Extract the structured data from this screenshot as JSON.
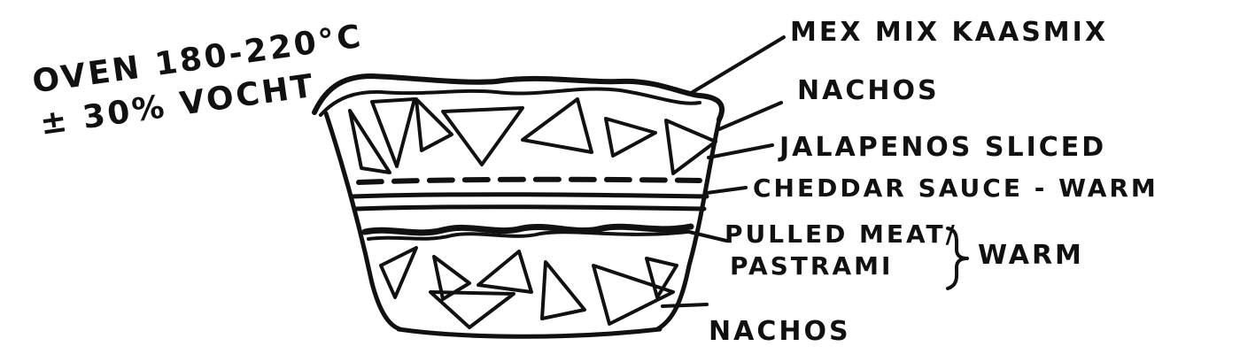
{
  "oven_note": {
    "line1": "OVEN 180-220°C",
    "line2": "± 30% VOCHT"
  },
  "layers": {
    "mex_mix": "MEX MIX KAASMIX",
    "nachos_top": "NACHOS",
    "jalapenos": "JALAPENOS SLICED",
    "cheddar": "CHEDDAR SAUCE - WARM",
    "pulled_meat_line1": "PULLED MEAT/",
    "pulled_meat_line2": "PASTRAMI",
    "warm": "WARM",
    "nachos_bottom": "NACHOS"
  },
  "colors": {
    "ink": "#111111",
    "paper": "#ffffff"
  }
}
